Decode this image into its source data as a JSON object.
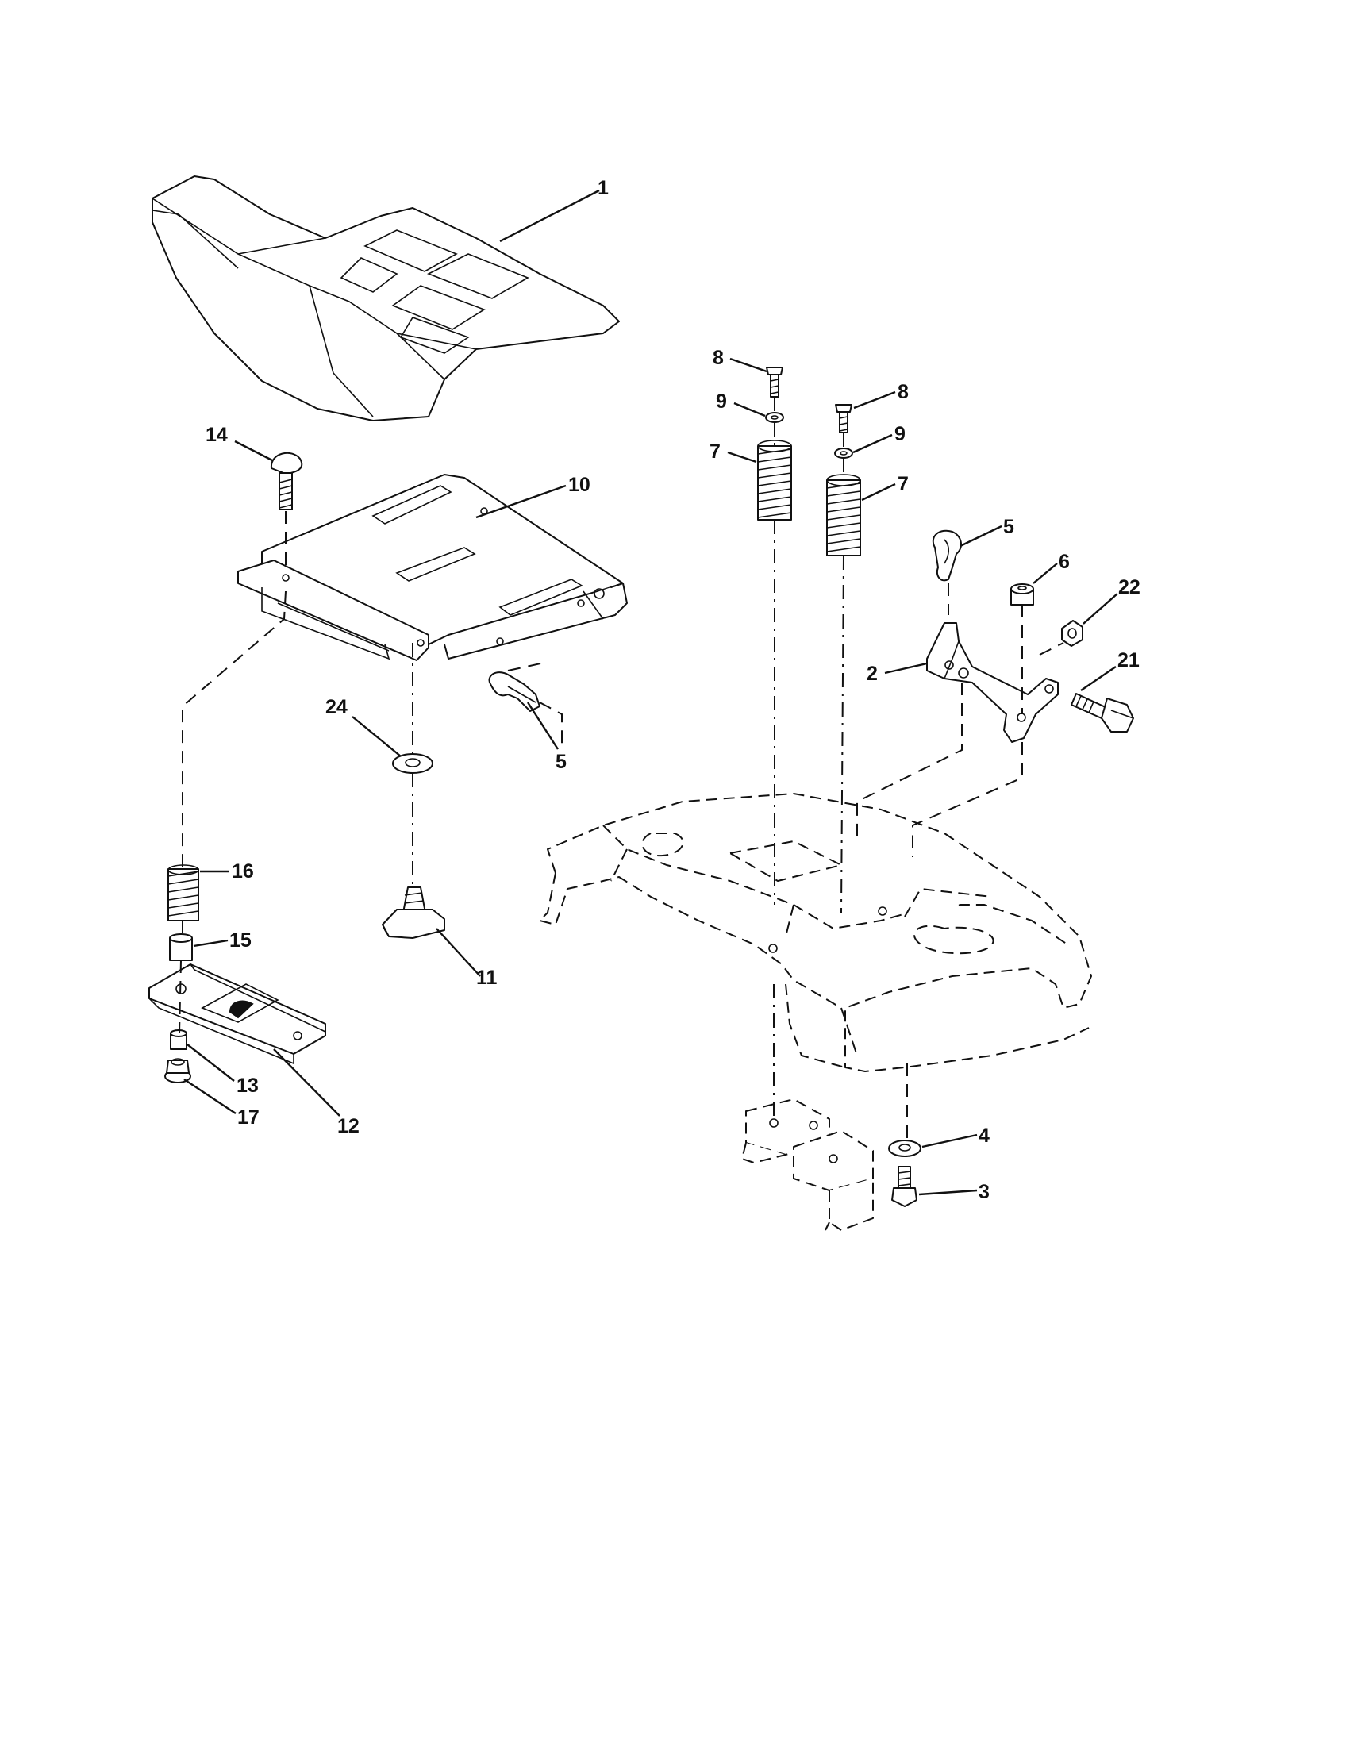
{
  "diagram": {
    "callouts": [
      {
        "id": "c1",
        "label": "1"
      },
      {
        "id": "c2",
        "label": "2"
      },
      {
        "id": "c3",
        "label": "3"
      },
      {
        "id": "c4",
        "label": "4"
      },
      {
        "id": "c5a",
        "label": "5"
      },
      {
        "id": "c5b",
        "label": "5"
      },
      {
        "id": "c6",
        "label": "6"
      },
      {
        "id": "c7a",
        "label": "7"
      },
      {
        "id": "c7b",
        "label": "7"
      },
      {
        "id": "c8a",
        "label": "8"
      },
      {
        "id": "c8b",
        "label": "8"
      },
      {
        "id": "c9a",
        "label": "9"
      },
      {
        "id": "c9b",
        "label": "9"
      },
      {
        "id": "c10",
        "label": "10"
      },
      {
        "id": "c11",
        "label": "11"
      },
      {
        "id": "c12",
        "label": "12"
      },
      {
        "id": "c13",
        "label": "13"
      },
      {
        "id": "c14",
        "label": "14"
      },
      {
        "id": "c15",
        "label": "15"
      },
      {
        "id": "c16",
        "label": "16"
      },
      {
        "id": "c17",
        "label": "17"
      },
      {
        "id": "c21",
        "label": "21"
      },
      {
        "id": "c22",
        "label": "22"
      },
      {
        "id": "c24",
        "label": "24"
      }
    ]
  }
}
